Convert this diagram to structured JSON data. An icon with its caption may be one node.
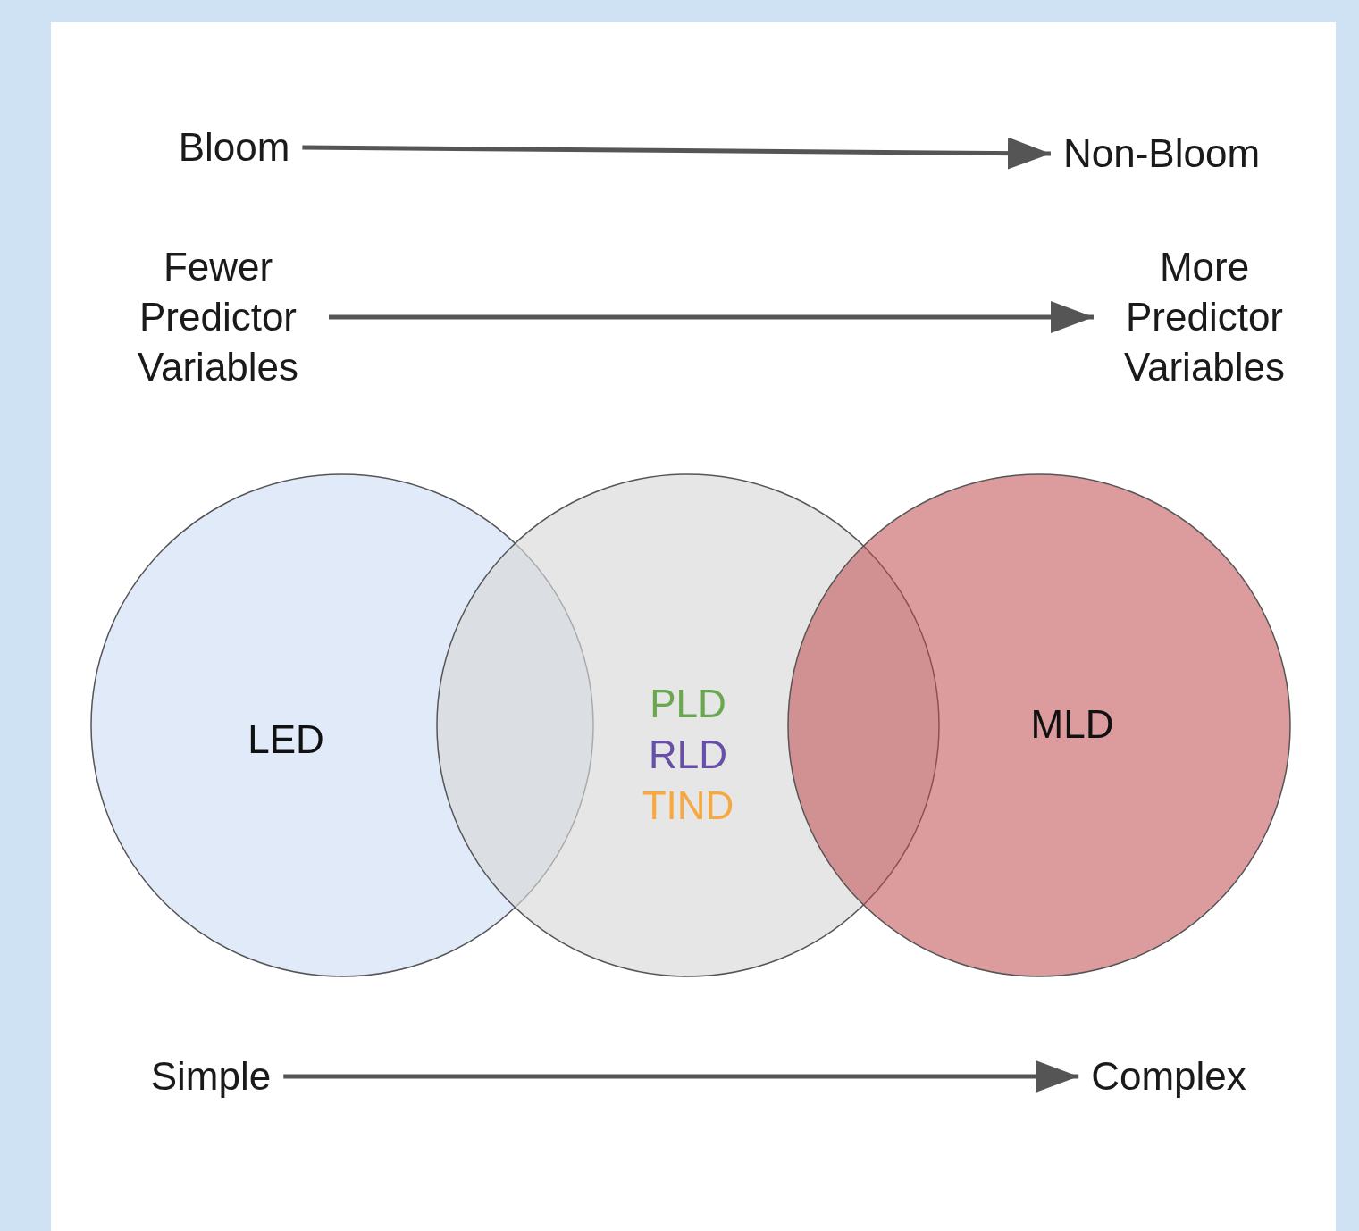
{
  "diagram": {
    "nodes": [
      {
        "text": [
          "Bloom"
        ]
      },
      {
        "text": [
          "Non-Bloom"
        ]
      },
      {
        "text": [
          "Fewer Predictor Variables"
        ]
      },
      {
        "text": [
          "More Predictor Variables"
        ]
      },
      {
        "text": [
          "LED"
        ]
      },
      {
        "text": [
          "PLD",
          "RLD",
          "TIND"
        ]
      },
      {
        "text": [
          "MLD"
        ]
      },
      {
        "text": [
          "Simple"
        ]
      },
      {
        "text": [
          "Complex"
        ]
      }
    ],
    "edges": [
      {
        "from": 0,
        "to": 1,
        "arrow": "to"
      },
      {
        "from": 2,
        "to": 3,
        "arrow": "to"
      },
      {
        "from": 7,
        "to": 8,
        "arrow": "to"
      }
    ]
  }
}
